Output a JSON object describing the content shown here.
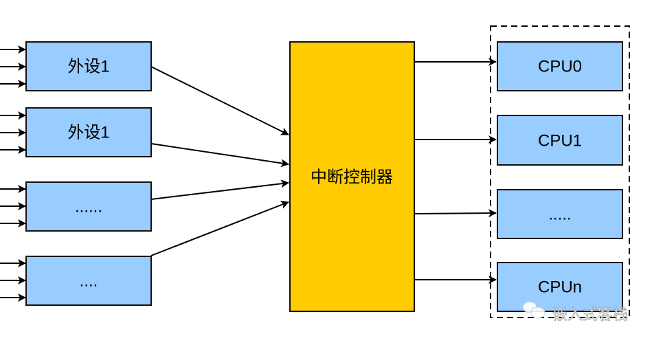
{
  "peripherals": [
    {
      "label": "外设1"
    },
    {
      "label": "外设1"
    },
    {
      "label": "......"
    },
    {
      "label": "...."
    }
  ],
  "controller": {
    "label": "中断控制器"
  },
  "cpus": [
    {
      "label": "CPU0"
    },
    {
      "label": "CPU1"
    },
    {
      "label": "....."
    },
    {
      "label": "CPUn"
    }
  ],
  "watermark": {
    "text": "嵌入式客栈",
    "icon": "wechat-icon"
  },
  "colors": {
    "peripheral": "#99ccff",
    "controller": "#ffcc00",
    "cpu": "#99ccff"
  }
}
